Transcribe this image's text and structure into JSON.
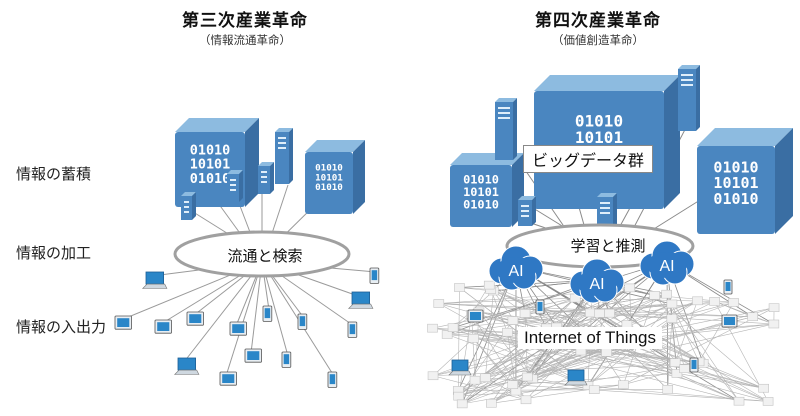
{
  "left": {
    "title": "第三次産業革命",
    "subtitle": "（情報流通革命）",
    "hub_label": "流通と検索"
  },
  "right": {
    "title": "第四次産業革命",
    "subtitle": "（価値創造革命）",
    "bigdata_label": "ビッグデータ群",
    "hub_label": "学習と推測",
    "ai_label": "AI",
    "iot_label": "Internet of  Things"
  },
  "row_labels": [
    "情報の蓄積",
    "情報の加工",
    "情報の入出力"
  ],
  "server_binary": [
    "01010",
    "10101",
    "01010"
  ],
  "colors": {
    "server_blue": "#4a86c0",
    "server_dark": "#3a6ea3",
    "server_light": "#8dbbe0",
    "cloud_blue": "#2f78c4",
    "device_blue": "#2a86c8",
    "line_gray": "#9a9a9a",
    "mesh_gray": "#b5b5b5"
  }
}
